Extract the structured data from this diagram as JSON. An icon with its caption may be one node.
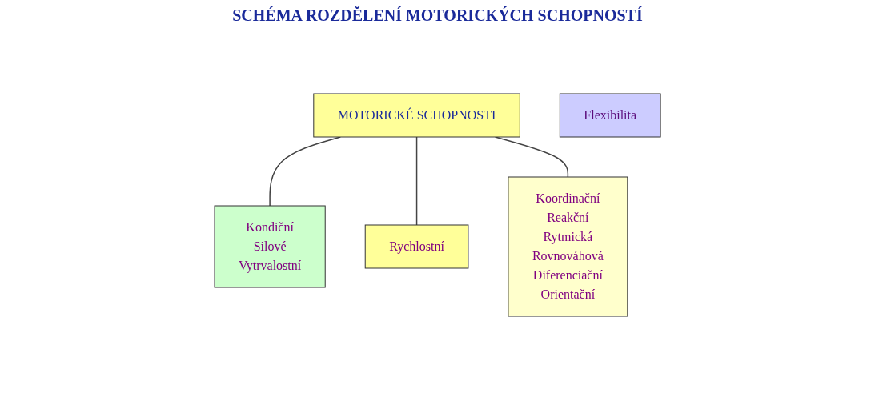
{
  "diagram": {
    "title": "SCHÉMA ROZDĚLENÍ MOTORICKÝCH SCHOPNOSTÍ",
    "nodes": [
      {
        "text": [
          "MOTORICKÉ SCHOPNOSTI"
        ]
      },
      {
        "text": [
          "Kondiční",
          "Silové",
          "Vytrvalostní"
        ]
      },
      {
        "text": [
          "Koordinační",
          "Reakční",
          "Rytmická",
          "Rovnováhová",
          "Diferenciační",
          "Orientační"
        ]
      },
      {
        "text": [
          "Rychlostní"
        ]
      },
      {
        "text": [
          "Flexibilita"
        ]
      }
    ],
    "edges": [
      {
        "from": 0,
        "to": 1,
        "arrow": "none"
      },
      {
        "from": 0,
        "to": 3,
        "arrow": "none"
      },
      {
        "from": 0,
        "to": 2,
        "arrow": "none"
      }
    ]
  }
}
